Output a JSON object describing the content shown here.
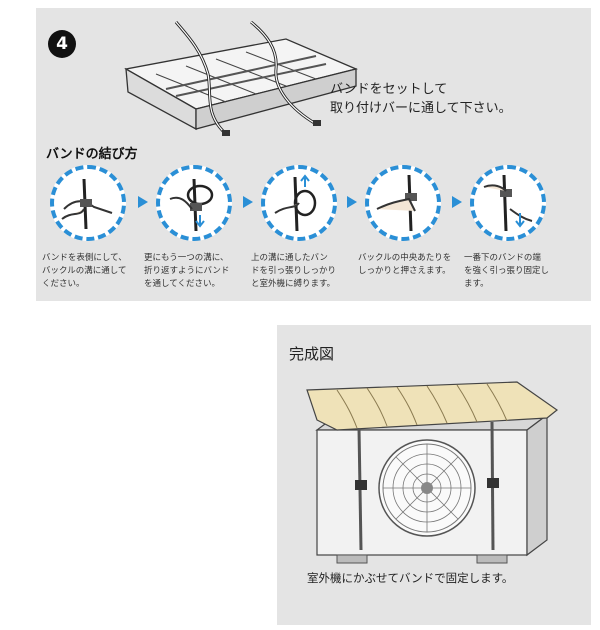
{
  "step": {
    "number": "4"
  },
  "instruction": {
    "line1": "バンドをセットして",
    "line2": "取り付けバーに通して下さい。"
  },
  "band_tying": {
    "title": "バンドの結び方",
    "steps": [
      {
        "line1": "バンドを表側にして、",
        "line2": "バックルの溝に通して",
        "line3": "ください。"
      },
      {
        "line1": "更にもう一つの溝に、",
        "line2": "折り返すようにバンド",
        "line3": "を通してください。"
      },
      {
        "line1": "上の溝に通したバン",
        "line2": "ドを引っ張りしっかり",
        "line3": "と室外機に縛ります。"
      },
      {
        "line1": "バックルの中央あたりを",
        "line2": "しっかりと押さえます。",
        "line3": ""
      },
      {
        "line1": "一番下のバンドの端",
        "line2": "を強く引っ張り固定し",
        "line3": "ます。"
      }
    ]
  },
  "completion": {
    "title": "完成図",
    "caption": "室外機にかぶせてバンドで固定します。"
  },
  "colors": {
    "panel": "#e4e4e4",
    "accent_blue": "#2a8fd6",
    "cover": "#efe2b8"
  }
}
